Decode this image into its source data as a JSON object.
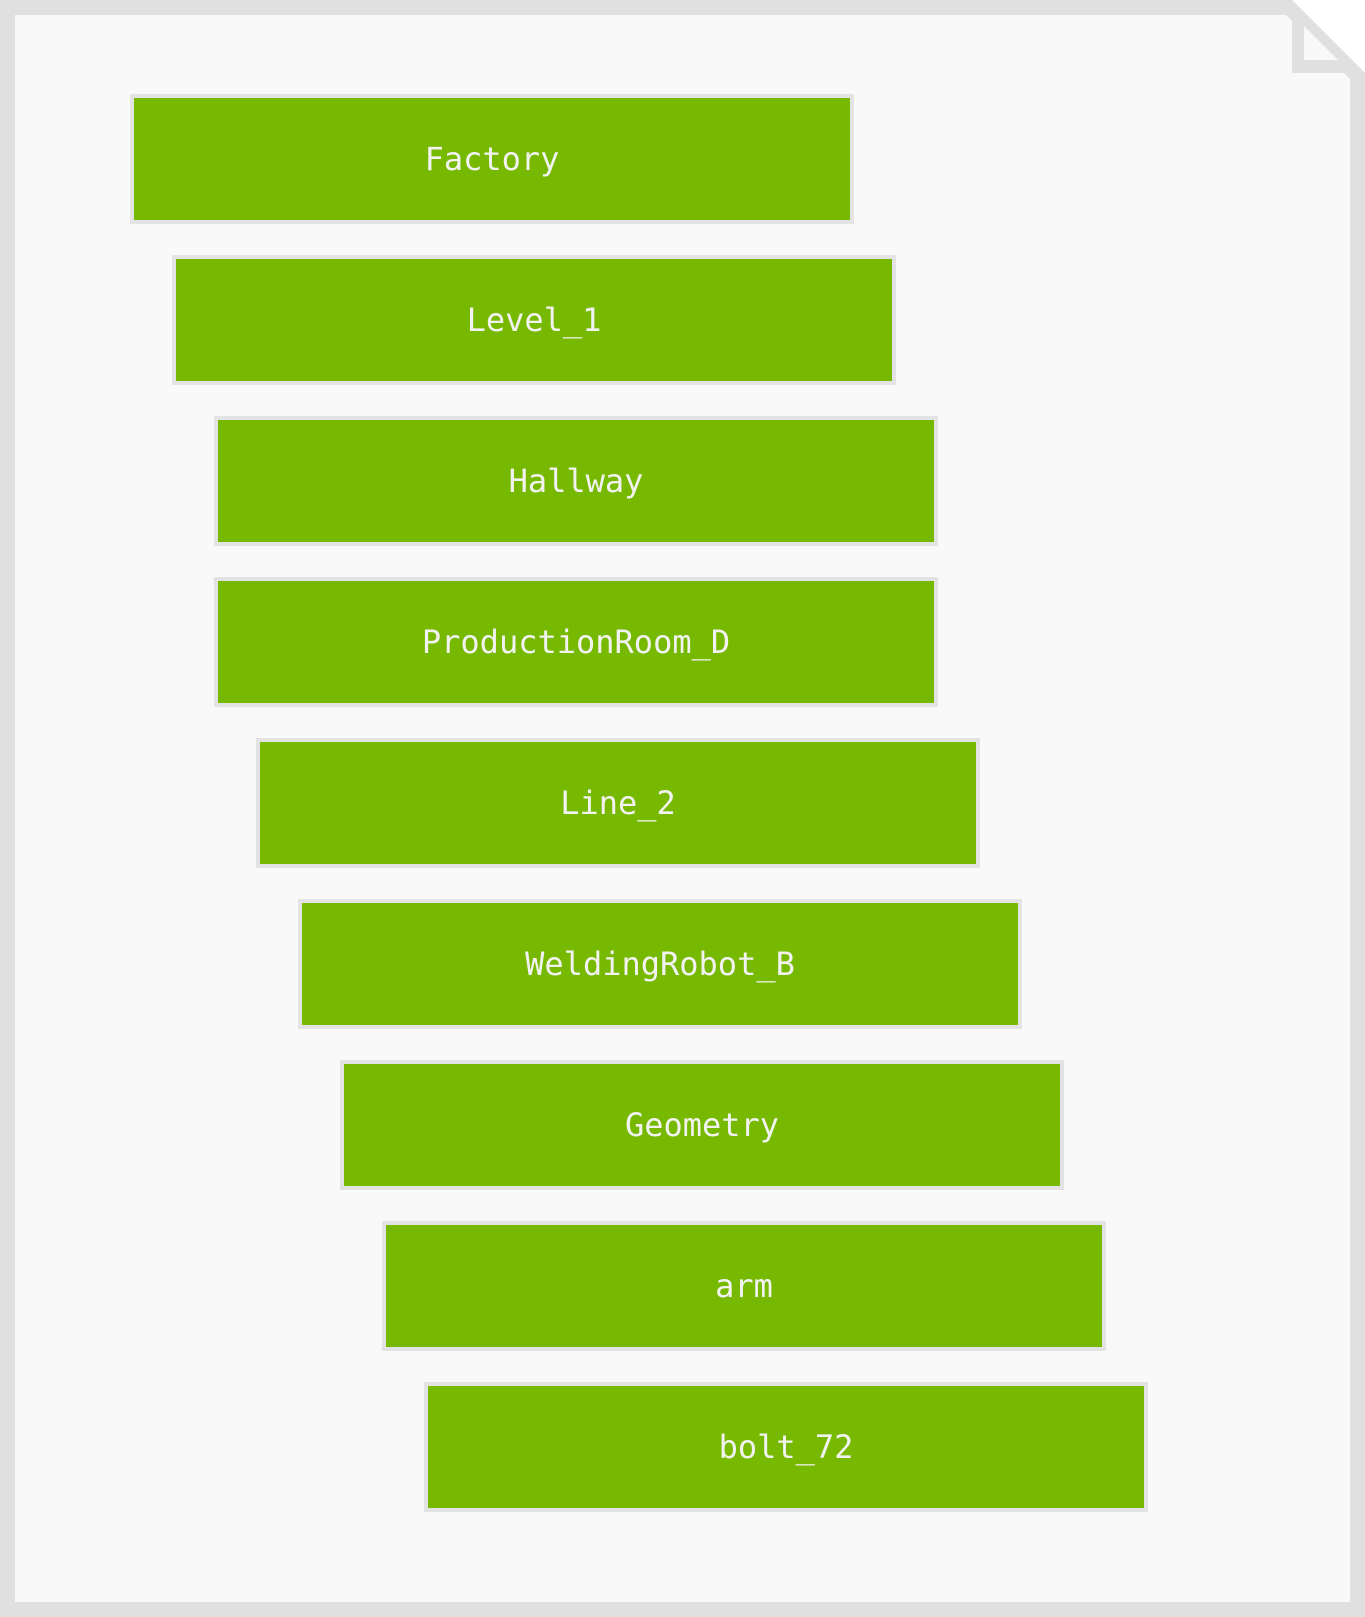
{
  "colors": {
    "canvas_background": "#ffffff",
    "sheet_fill": "#f9f9f9",
    "sheet_border": "#e0e0e0",
    "bar_fill": "#76b900",
    "bar_border": "#e3e3e3",
    "bar_text": "#f2f2f2"
  },
  "hierarchy": {
    "nodes": [
      {
        "label": "Factory",
        "depth": 0
      },
      {
        "label": "Level_1",
        "depth": 1
      },
      {
        "label": "Hallway",
        "depth": 2
      },
      {
        "label": "ProductionRoom_D",
        "depth": 2
      },
      {
        "label": "Line_2",
        "depth": 3
      },
      {
        "label": "WeldingRobot_B",
        "depth": 4
      },
      {
        "label": "Geometry",
        "depth": 5
      },
      {
        "label": "arm",
        "depth": 6
      },
      {
        "label": "bolt_72",
        "depth": 7
      }
    ]
  }
}
